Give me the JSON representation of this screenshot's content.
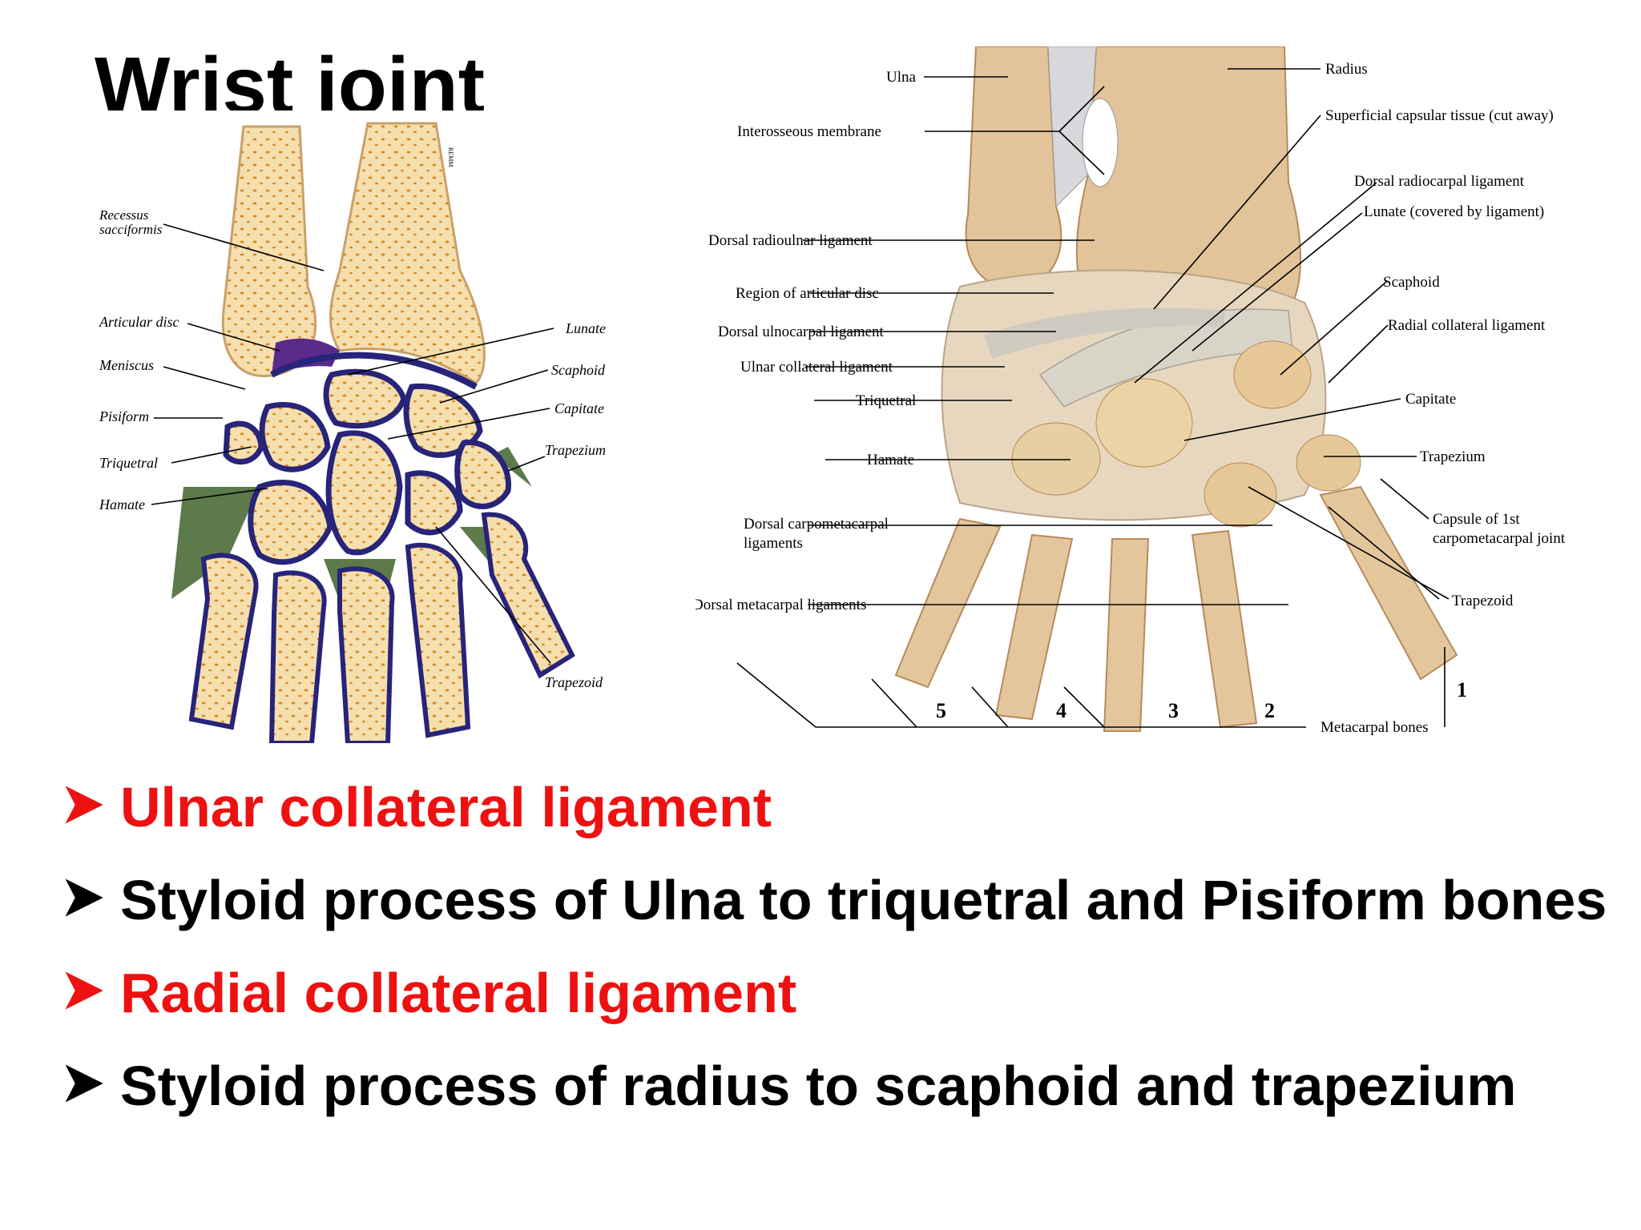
{
  "slide": {
    "title": "Wrist joint",
    "colors": {
      "highlight": "#ee1111",
      "body_text": "#000000",
      "bone": "#f3d9a6",
      "cartilage": "#27247a",
      "synovial": "#5c7a4a",
      "ligament": "#d9d4c8"
    }
  },
  "left_diagram": {
    "labels": {
      "recessus": [
        "Recessus",
        "sacciformis"
      ],
      "articular_disc": "Articular disc",
      "meniscus": "Meniscus",
      "pisiform": "Pisiform",
      "triquetral": "Triquetral",
      "hamate": "Hamate",
      "lunate": "Lunate",
      "scaphoid": "Scaphoid",
      "capitate": "Capitate",
      "trapezium": "Trapezium",
      "trapezoid": "Trapezoid",
      "signature": "REMM"
    }
  },
  "right_diagram": {
    "labels": {
      "ulna": "Ulna",
      "radius": "Radius",
      "interosseous_membrane": "Interosseous membrane",
      "superficial_capsular": "Superficial capsular tissue (cut away)",
      "dorsal_radiocarpal": "Dorsal radiocarpal ligament",
      "lunate_covered": "Lunate (covered by ligament)",
      "dorsal_radioulnar": "Dorsal radioulnar ligament",
      "region_articular_disc": "Region of articular disc",
      "scaphoid": "Scaphoid",
      "dorsal_ulnocarpal": "Dorsal ulnocarpal ligament",
      "radial_collateral": "Radial collateral ligament",
      "ulnar_collateral": "Ulnar collateral ligament",
      "triquetral": "Triquetral",
      "capitate": "Capitate",
      "hamate": "Hamate",
      "trapezium": "Trapezium",
      "dorsal_cmc": [
        "Dorsal carpometacarpal",
        "ligaments"
      ],
      "capsule_first_cmc": [
        "Capsule of 1st",
        "carpometacarpal joint"
      ],
      "dorsal_metacarpal": "Dorsal metacarpal ligaments",
      "trapezoid": "Trapezoid",
      "metacarpal_bones": "Metacarpal bones",
      "numbers": [
        "5",
        "4",
        "3",
        "2",
        "1"
      ]
    }
  },
  "bullets": [
    {
      "text": "Ulnar collateral ligament",
      "color": "#ee1111"
    },
    {
      "text": "Styloid process of Ulna to triquetral and Pisiform bones",
      "color": "#000000"
    },
    {
      "text": "Radial collateral ligament",
      "color": "#ee1111"
    },
    {
      "text": "Styloid process of radius to scaphoid and trapezium",
      "color": "#000000"
    }
  ]
}
